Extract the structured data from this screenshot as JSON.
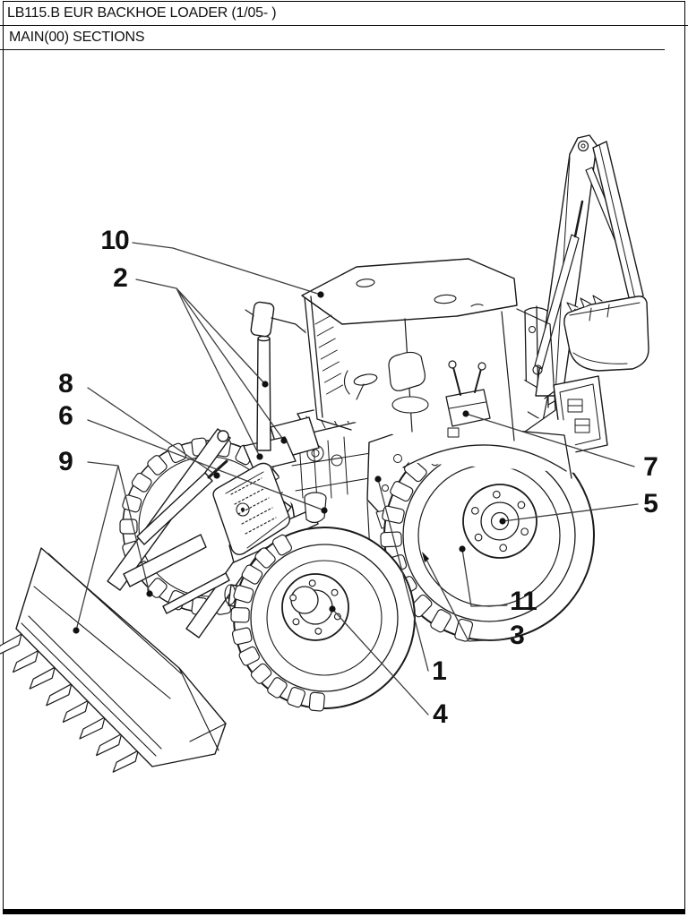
{
  "page": {
    "title": "LB115.B EUR BACKHOE LOADER (1/05- )",
    "subtitle": "MAIN(00) SECTIONS"
  },
  "diagram": {
    "type": "parts-catalog-section-view",
    "subject": "backhoe loader with numbered section callouts",
    "callouts": [
      {
        "label": "10",
        "points_to": "cab roof"
      },
      {
        "label": "2",
        "points_to": "exhaust stack and muffler area"
      },
      {
        "label": "8",
        "points_to": "loader frame area"
      },
      {
        "label": "6",
        "points_to": "engine filter canister"
      },
      {
        "label": "9",
        "points_to": "loader bucket and lift linkage"
      },
      {
        "label": "7",
        "points_to": "backhoe control console"
      },
      {
        "label": "5",
        "points_to": "rear axle hub"
      },
      {
        "label": "11",
        "points_to": "rear wheel tyre"
      },
      {
        "label": "3",
        "points_to": "chassis frame"
      },
      {
        "label": "1",
        "points_to": "transmission"
      },
      {
        "label": "4",
        "points_to": "front axle hub"
      }
    ]
  },
  "colors": {
    "paper": "#ffffff",
    "ink": "#1a1a1a",
    "leader_line": "#3d3d3d"
  }
}
